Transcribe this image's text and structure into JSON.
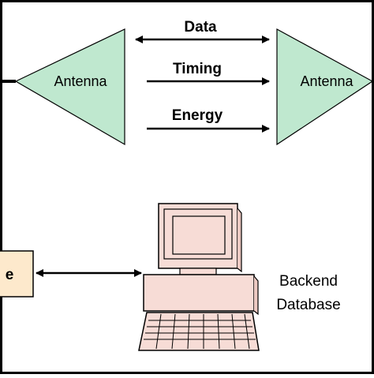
{
  "diagram": {
    "flows": {
      "data": "Data",
      "timing": "Timing",
      "energy": "Energy"
    },
    "left_antenna": {
      "label": "Antenna"
    },
    "right_antenna": {
      "label": "Antenna"
    },
    "partial_box_label": "e",
    "backend": {
      "line1": "Backend",
      "line2": "Database"
    },
    "colors": {
      "antenna_fill": "#bfe8cf",
      "box_fill": "#fde9cc",
      "computer_fill": "#f7dcd6",
      "border": "#000000",
      "background": "#ffffff"
    }
  }
}
